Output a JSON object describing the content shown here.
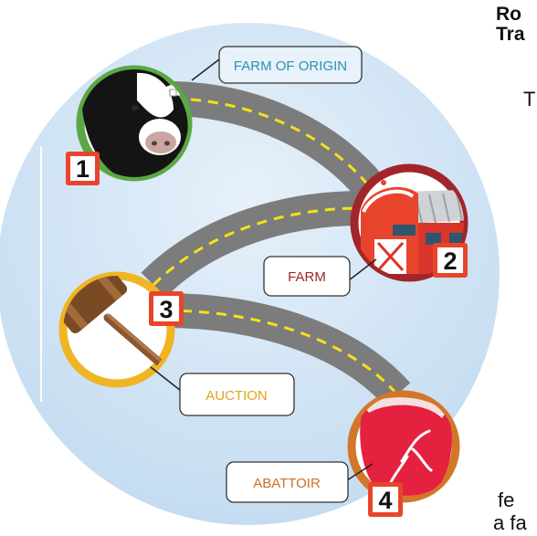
{
  "heading": {
    "line1": "Ro",
    "line2": "Tra"
  },
  "body_fragments": {
    "t": "T",
    "fe": "fe",
    "a_fa": "a fa"
  },
  "steps": [
    {
      "number": "1",
      "label": "FARM OF ORIGIN",
      "ring_color": "#5aa843",
      "label_color": "#2f8fb0",
      "icon": "cow-icon"
    },
    {
      "number": "2",
      "label": "FARM",
      "ring_color": "#a2252a",
      "label_color": "#a2252a",
      "icon": "barn-icon"
    },
    {
      "number": "3",
      "label": "AUCTION",
      "ring_color": "#efb523",
      "label_color": "#e3a21a",
      "icon": "gavel-icon"
    },
    {
      "number": "4",
      "label": "ABATTOIR",
      "ring_color": "#d2772a",
      "label_color": "#cf6f22",
      "icon": "meat-icon"
    }
  ],
  "colors": {
    "background_circle": "#cfe3f4",
    "road": "#7c7c7c",
    "road_dash": "#f5e11a",
    "badge_fill": "#e8442c"
  }
}
